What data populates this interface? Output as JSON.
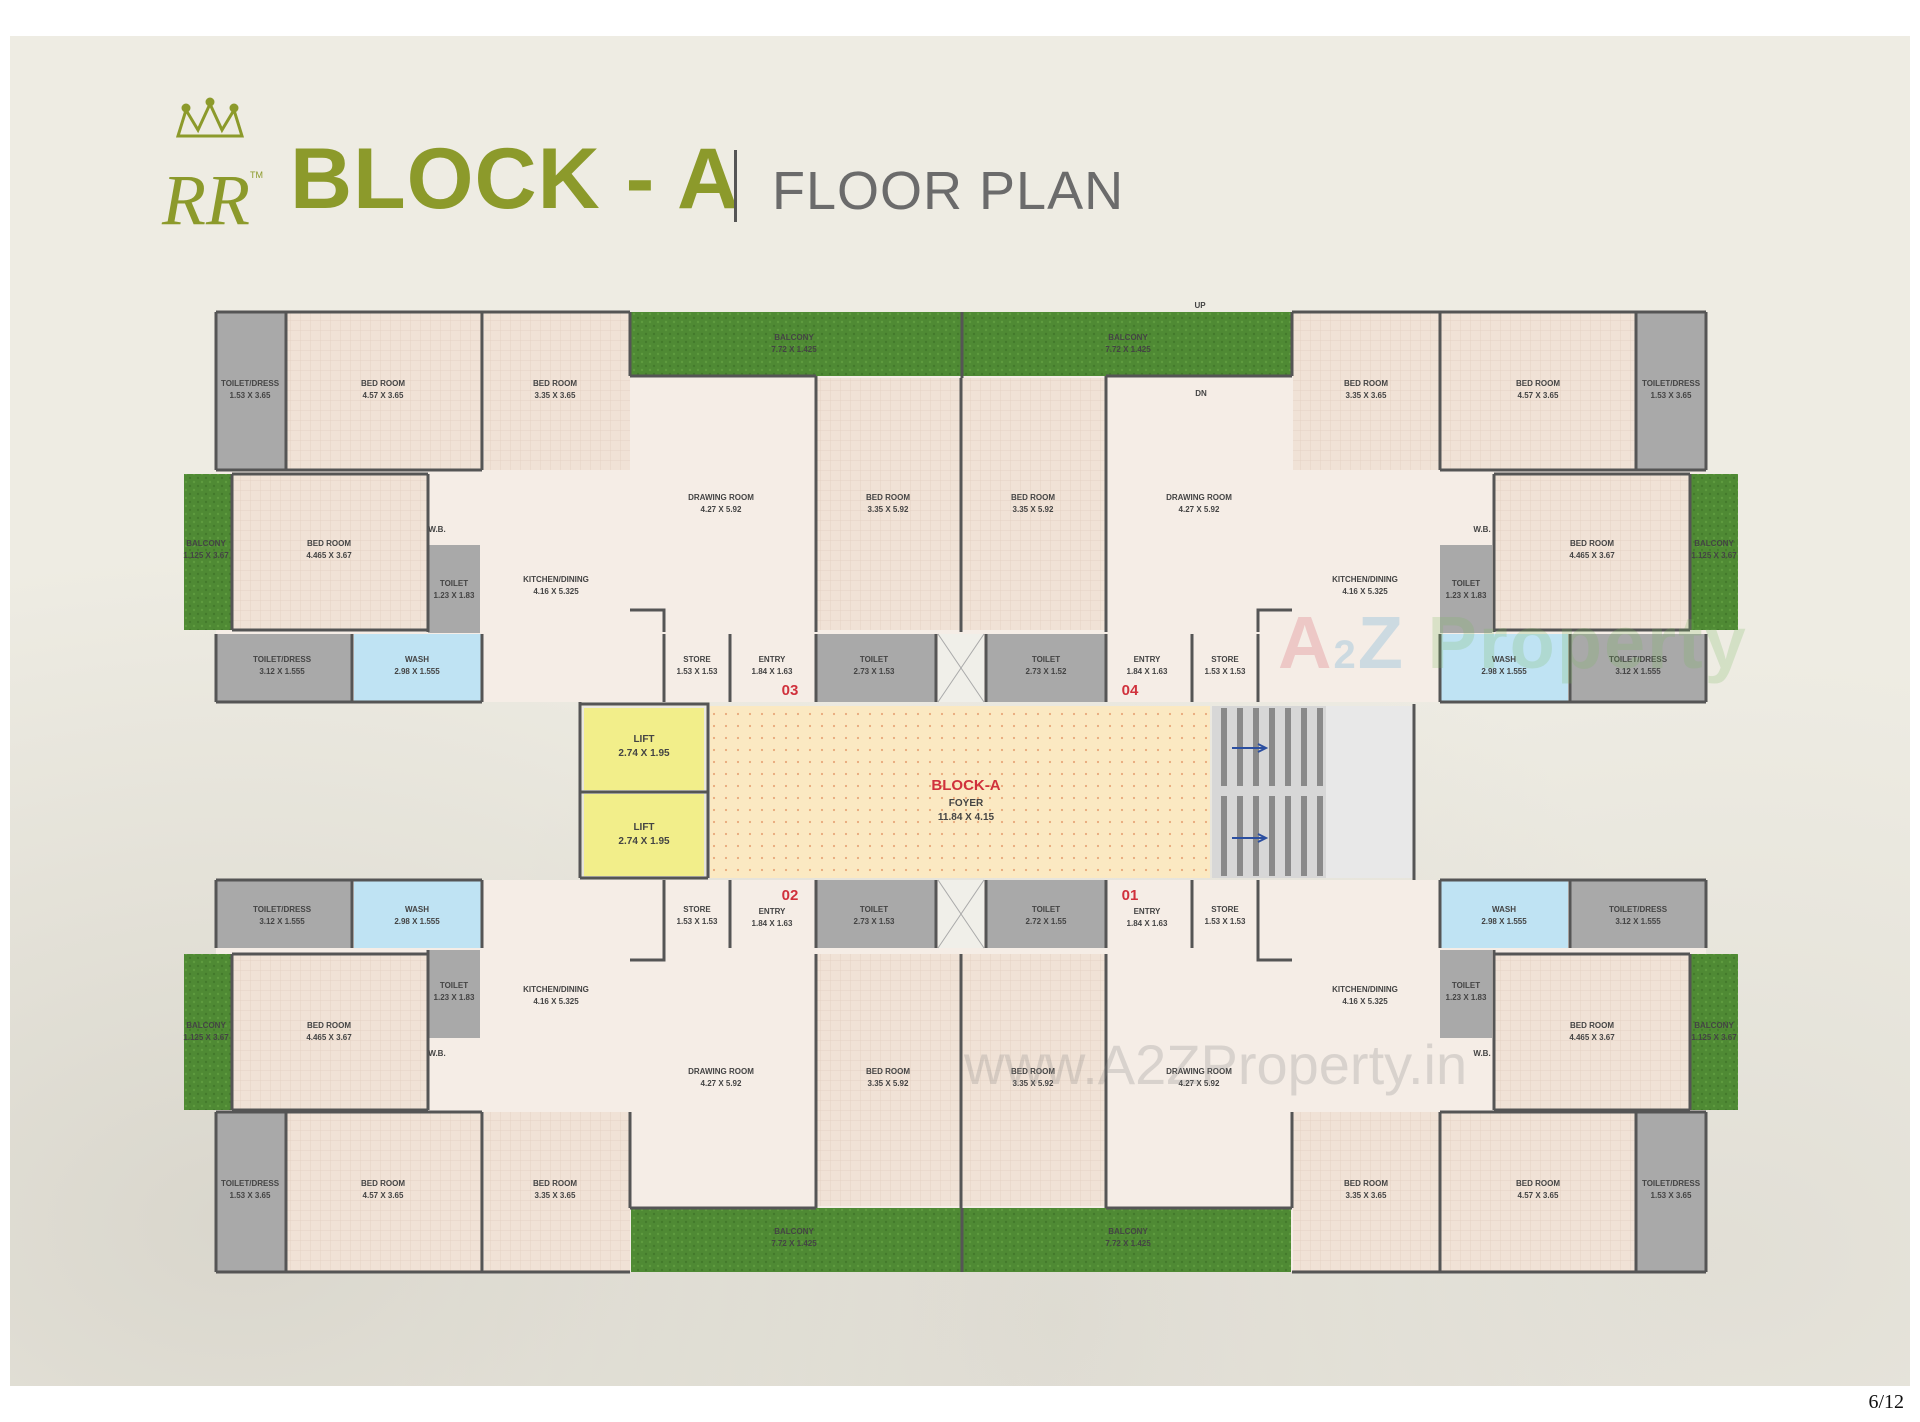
{
  "header": {
    "brand": "RR",
    "trademark": "TM",
    "title": "BLOCK - A",
    "subtitle": "FLOOR PLAN"
  },
  "colors": {
    "brand": "#8c9a2b",
    "wall": "#555555",
    "floor_tile": "#f0e2d6",
    "balcony": "#4f8a34",
    "toilet": "#a9a9a9",
    "wash": "#bfe3f3",
    "lift": "#f2ee8a",
    "foyer": "#fbe9c2",
    "unit_number": "#d0313c"
  },
  "plan": {
    "top_labels": {
      "up": "UP",
      "dn": "DN"
    },
    "core": {
      "lift_1": {
        "name": "LIFT",
        "size": "2.74 X 1.95"
      },
      "lift_2": {
        "name": "LIFT",
        "size": "2.74 X 1.95"
      },
      "foyer": {
        "block": "BLOCK-A",
        "name": "FOYER",
        "size": "11.84 X 4.15"
      }
    },
    "units": [
      "03",
      "04",
      "02",
      "01"
    ],
    "rooms": {
      "balcony_big": {
        "name": "BALCONY",
        "size": "7.72 X 1.425"
      },
      "balcony_side": {
        "name": "BALCONY",
        "size": "1.125 X 3.67"
      },
      "bed_457": {
        "name": "BED ROOM",
        "size": "4.57 X 3.65"
      },
      "bed_335": {
        "name": "BED ROOM",
        "size": "3.35 X 3.65"
      },
      "bed_4465": {
        "name": "BED ROOM",
        "size": "4.465 X 3.67"
      },
      "bed_592": {
        "name": "BED ROOM",
        "size": "3.35 X 5.92"
      },
      "toilet_dress_153": {
        "name": "TOILET/DRESS",
        "size": "1.53 X 3.65"
      },
      "toilet_dress_312": {
        "name": "TOILET/DRESS",
        "size": "3.12 X 1.555"
      },
      "toilet_123": {
        "name": "TOILET",
        "size": "1.23 X 1.83"
      },
      "toilet_273": {
        "name": "TOILET",
        "size": "2.73 X 1.53"
      },
      "toilet_273b": {
        "name": "TOILET",
        "size": "2.73 X 1.52"
      },
      "toilet_273c": {
        "name": "TOILET",
        "size": "2.72 X 1.55"
      },
      "wash": {
        "name": "WASH",
        "size": "2.98 X 1.555"
      },
      "store": {
        "name": "STORE",
        "size": "1.53 X 1.53"
      },
      "entry": {
        "name": "ENTRY",
        "size": "1.84 X 1.63"
      },
      "drawing": {
        "name": "DRAWING ROOM",
        "size": "4.27 X 5.92"
      },
      "kitchen": {
        "name": "KITCHEN/DINING",
        "size": "4.16 X 5.325"
      },
      "wb": {
        "name": "W.B."
      }
    }
  },
  "watermarks": {
    "brand_a": "A",
    "brand_2": "2",
    "brand_z": "Z",
    "brand_property": " Property",
    "url": "www.A2ZProperty.in"
  },
  "footer": {
    "page": "6/12"
  }
}
